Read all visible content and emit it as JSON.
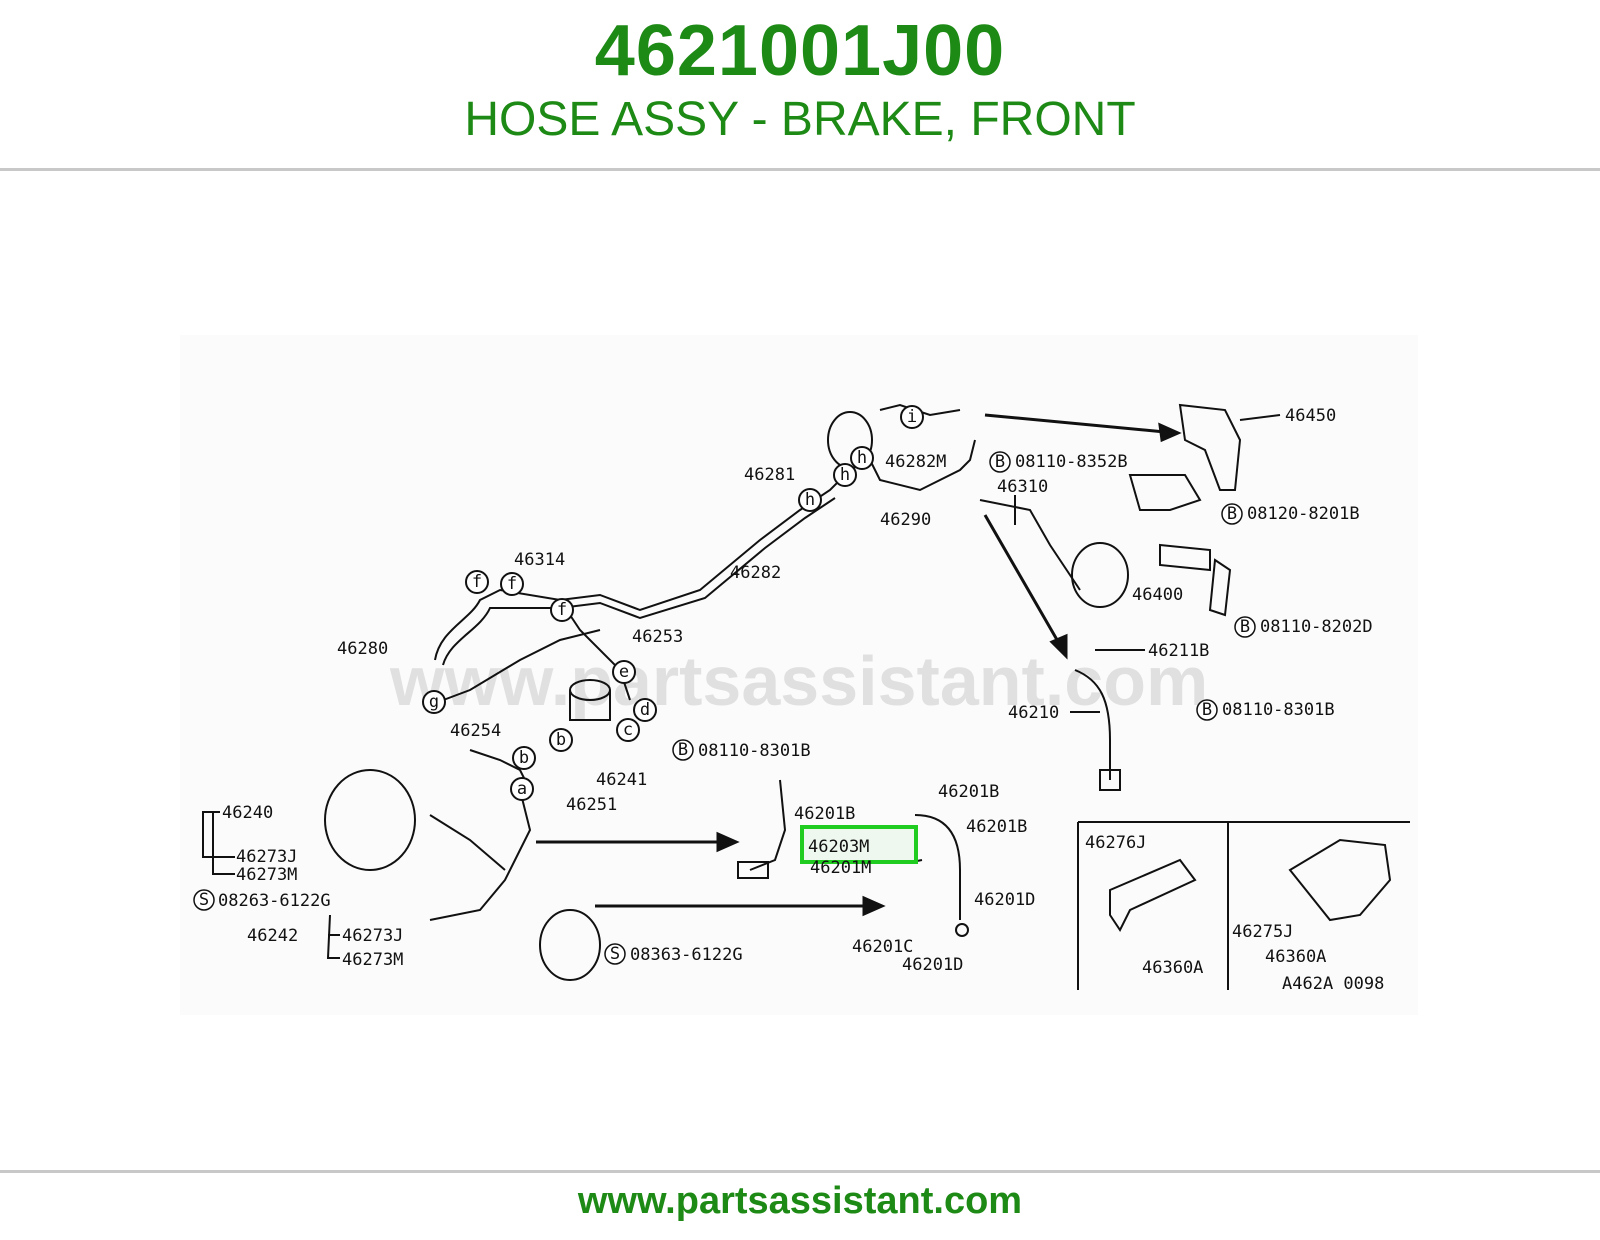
{
  "header": {
    "part_number": "4621001J00",
    "description": "HOSE ASSY - BRAKE, FRONT"
  },
  "watermark": "www.partsassistant.com",
  "diagram": {
    "highlight_color": "#1fcc1f",
    "highlighted_label": "46203M",
    "labels": {
      "p46450": "46450",
      "b08110_8352b": "08110-8352B",
      "p46310": "46310",
      "b08120_8201b": "08120-8201B",
      "p46400": "46400",
      "b08110_8202d": "08110-8202D",
      "p46211b": "46211B",
      "p46210": "46210",
      "b08110_8301b_r": "08110-8301B",
      "p46281": "46281",
      "p46282m": "46282M",
      "p46290": "46290",
      "p46282": "46282",
      "p46314": "46314",
      "p46280": "46280",
      "p46253": "46253",
      "p46254": "46254",
      "p46241": "46241",
      "p46251": "46251",
      "p46240": "46240",
      "p46273j_a": "46273J",
      "p46273m_a": "46273M",
      "s08263_6122g": "08263-6122G",
      "p46242": "46242",
      "p46273j_b": "46273J",
      "p46273m_b": "46273M",
      "s08363_6122g": "08363-6122G",
      "b08110_8301b_c": "08110-8301B",
      "p46201b_a": "46201B",
      "p46201b_b": "46201B",
      "p46201b_c": "46201B",
      "p46203m": "46203M",
      "p46201m": "46201M",
      "p46201d_a": "46201D",
      "p46201c": "46201C",
      "p46201d_b": "46201D",
      "p46276j": "46276J",
      "p46360a_a": "46360A",
      "p46275j": "46275J",
      "p46360a_b": "46360A",
      "ref_code": "A462A 0098",
      "badge_b": "B",
      "badge_s": "S",
      "circ_a": "a",
      "circ_b": "b",
      "circ_c": "c",
      "circ_d": "d",
      "circ_e": "e",
      "circ_f": "f",
      "circ_g": "g",
      "circ_h": "h",
      "circ_i": "i"
    }
  },
  "footer": {
    "url": "www.partsassistant.com"
  }
}
